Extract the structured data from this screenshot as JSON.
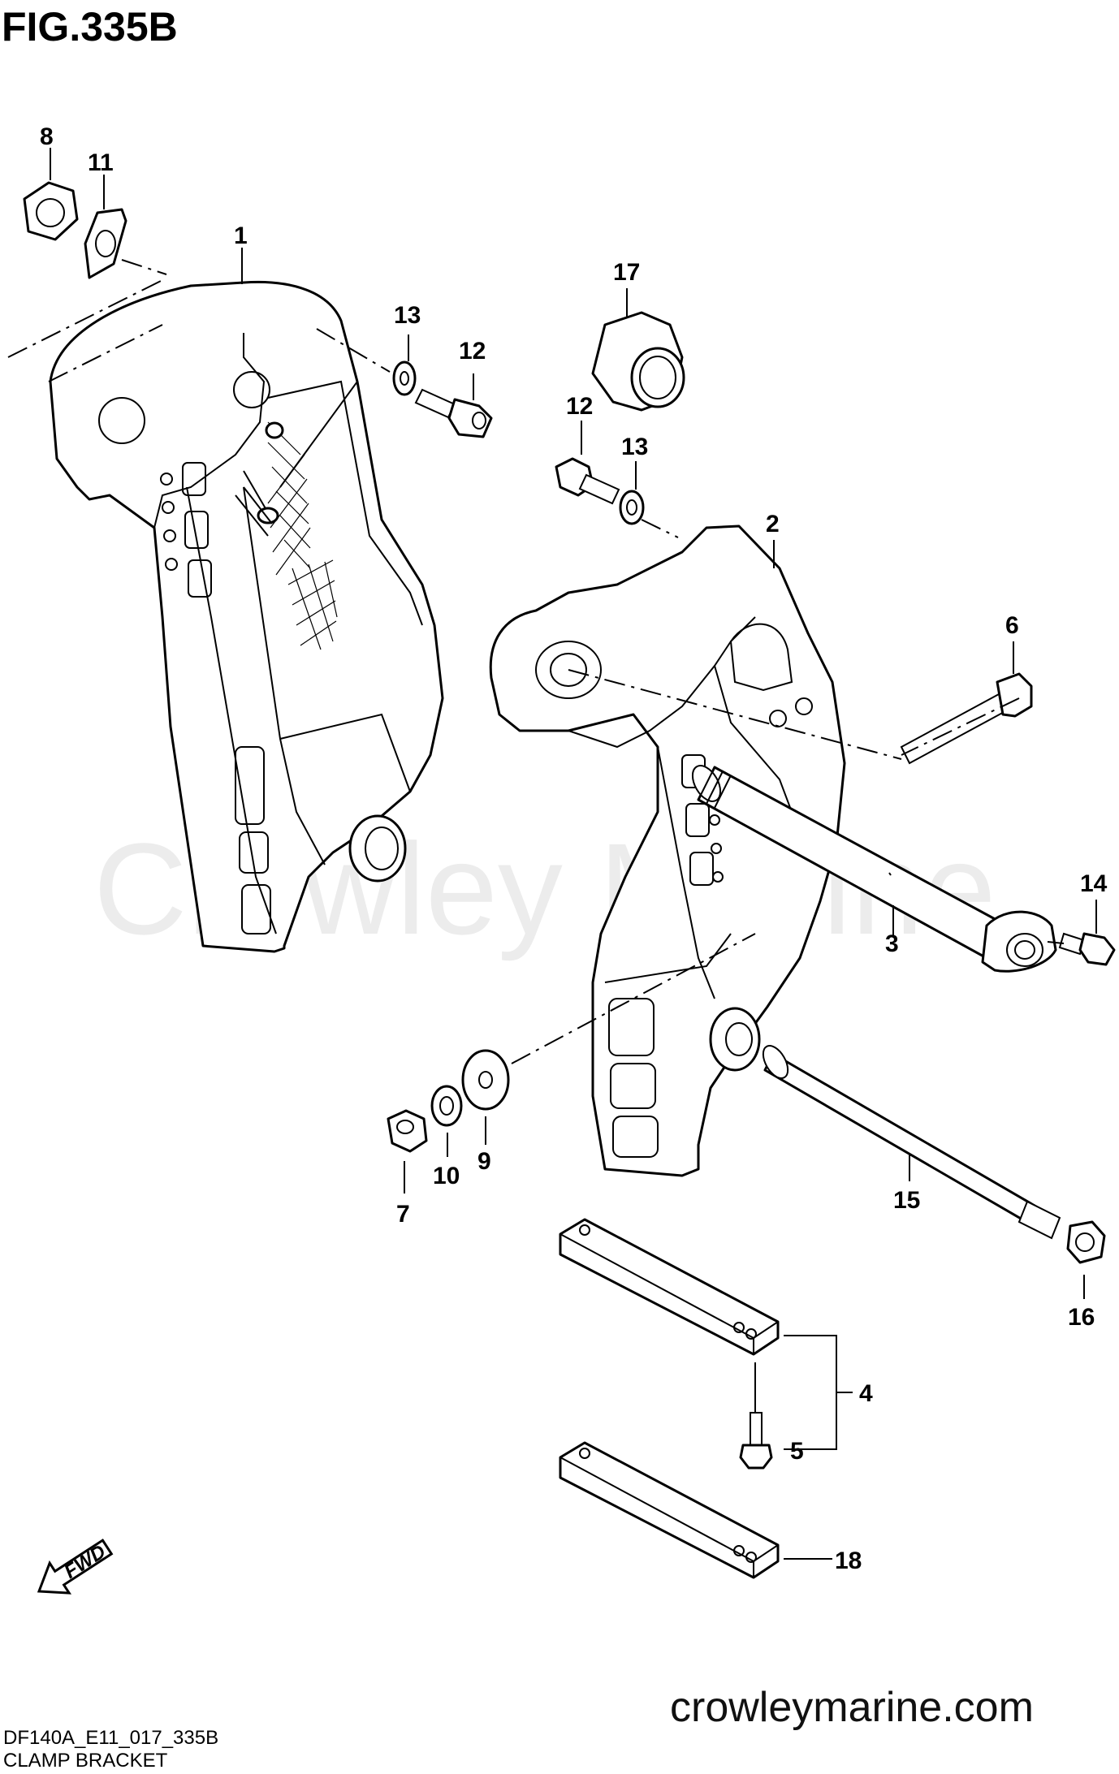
{
  "figure": {
    "title": "FIG.335B",
    "drawing_code": "DF140A_E11_017_335B",
    "caption": "CLAMP BRACKET",
    "watermark": "Crowley Marine",
    "website": "crowleymarine.com",
    "fwd_label": "FWD"
  },
  "callouts": [
    {
      "id": "c1",
      "label": "1"
    },
    {
      "id": "c2",
      "label": "2"
    },
    {
      "id": "c3",
      "label": "3"
    },
    {
      "id": "c4",
      "label": "4"
    },
    {
      "id": "c5",
      "label": "5"
    },
    {
      "id": "c6",
      "label": "6"
    },
    {
      "id": "c7",
      "label": "7"
    },
    {
      "id": "c8",
      "label": "8"
    },
    {
      "id": "c9",
      "label": "9"
    },
    {
      "id": "c10",
      "label": "10"
    },
    {
      "id": "c11",
      "label": "11"
    },
    {
      "id": "c12a",
      "label": "12"
    },
    {
      "id": "c12b",
      "label": "12"
    },
    {
      "id": "c13a",
      "label": "13"
    },
    {
      "id": "c13b",
      "label": "13"
    },
    {
      "id": "c14",
      "label": "14"
    },
    {
      "id": "c15",
      "label": "15"
    },
    {
      "id": "c16",
      "label": "16"
    },
    {
      "id": "c17",
      "label": "17"
    },
    {
      "id": "c18",
      "label": "18"
    }
  ]
}
